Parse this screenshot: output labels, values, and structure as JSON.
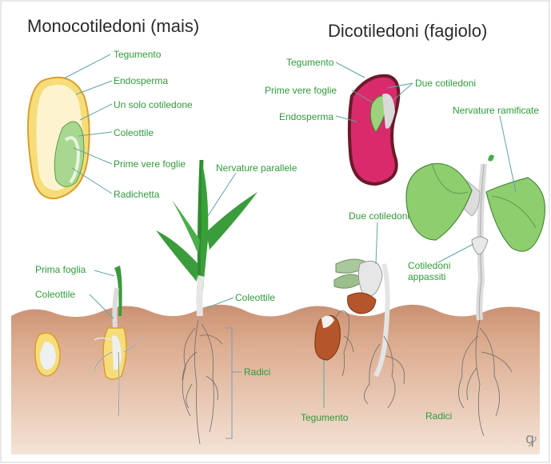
{
  "titles": {
    "mono": "Monocotiledoni (mais)",
    "dico": "Dicotiledoni (fagiolo)"
  },
  "mono_seed_labels": {
    "tegumento": "Tegumento",
    "endosperma": "Endosperma",
    "cotiledone": "Un solo cotiledone",
    "coleottile": "Coleottile",
    "prime_foglie": "Prime vere foglie",
    "radichetta": "Radichetta"
  },
  "mono_plant_labels": {
    "prima_foglia": "Prima foglia",
    "coleottile_small": "Coleottile",
    "nervature": "Nervature parallele",
    "coleottile_big": "Coleottile",
    "radici": "Radici"
  },
  "dico_seed_labels": {
    "tegumento": "Tegumento",
    "prime_foglie": "Prime vere foglie",
    "endosperma": "Endosperma",
    "due_cotiledoni": "Due cotiledoni"
  },
  "dico_plant_labels": {
    "due_cotiledoni": "Due cotiledoni",
    "nervature": "Nervature ramificate",
    "cotiledoni_appassiti_1": "Cotiledoni",
    "cotiledoni_appassiti_2": "appassiti",
    "tegumento": "Tegumento",
    "radici": "Radici"
  },
  "colors": {
    "soil": "#d9a585",
    "label_green": "#2f9a3a",
    "leaf_dark": "#2f8a2f",
    "leaf_light": "#8fce6f",
    "bean_pink": "#e0306e",
    "bean_brown": "#b4562a",
    "seed_yellow": "#f2d36b"
  }
}
